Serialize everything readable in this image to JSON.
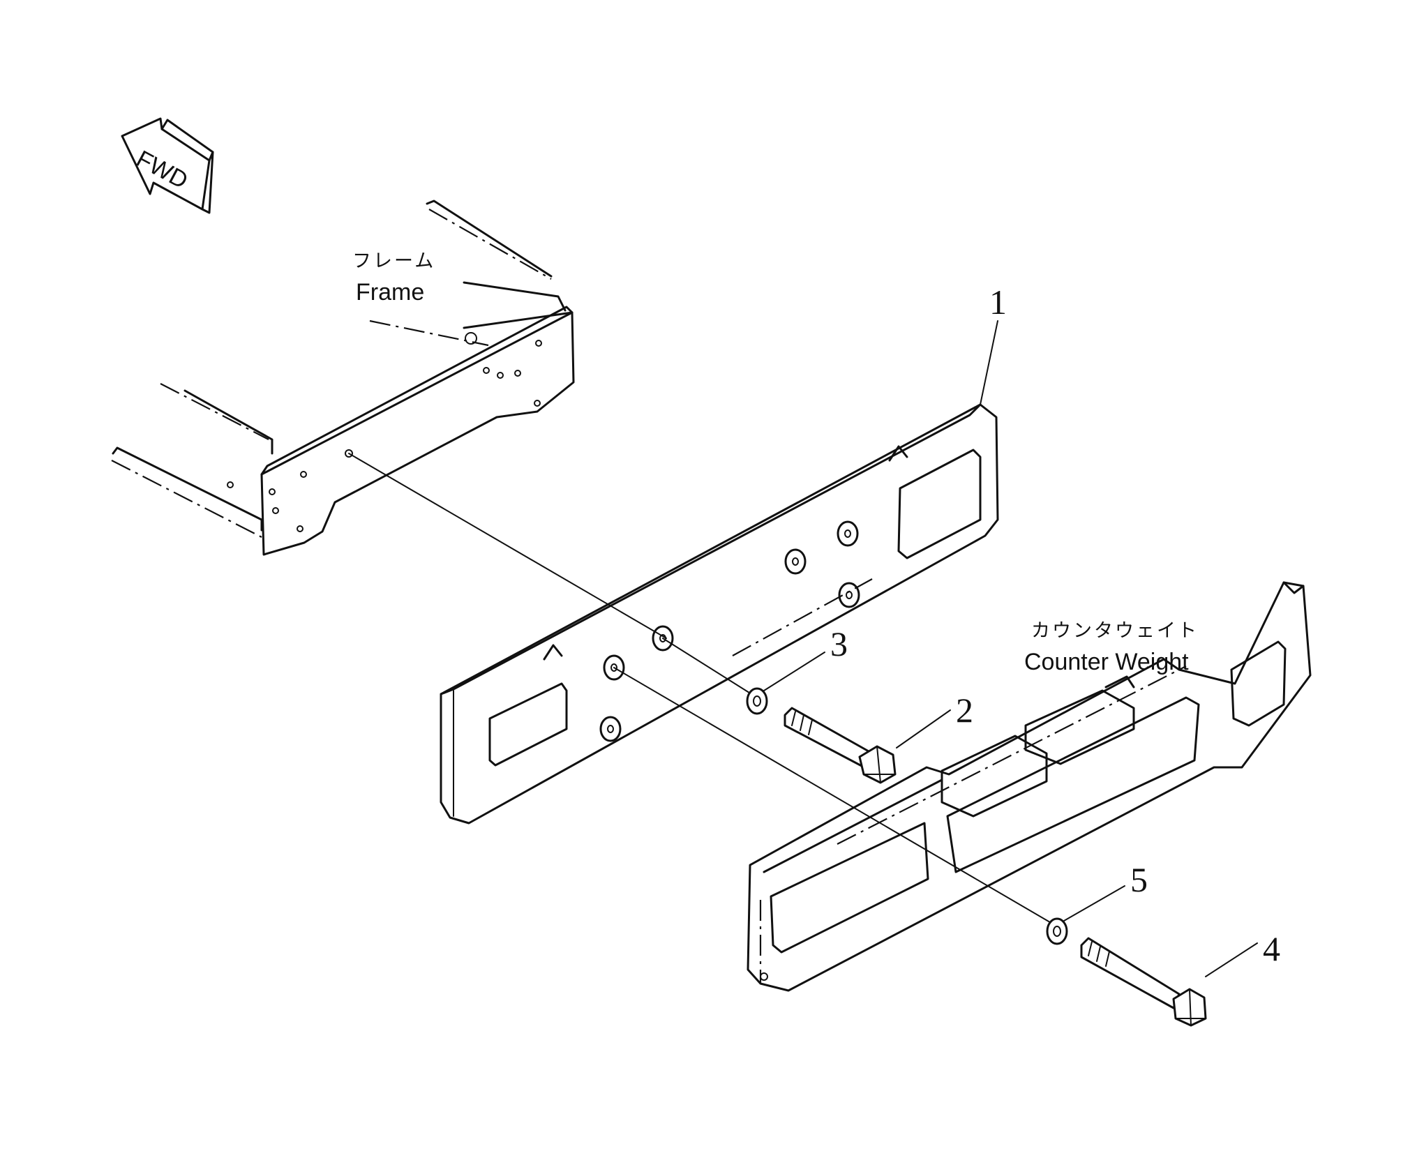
{
  "direction_marker": {
    "text": "FWD"
  },
  "labels": {
    "frame_jp": "フレーム",
    "frame_en": "Frame",
    "counterweight_jp": "カウンタウェイト",
    "counterweight_en": "Counter Weight"
  },
  "callouts": [
    {
      "id": "part-1",
      "number": "1"
    },
    {
      "id": "part-2",
      "number": "2"
    },
    {
      "id": "part-3",
      "number": "3"
    },
    {
      "id": "part-4",
      "number": "4"
    },
    {
      "id": "part-5",
      "number": "5"
    }
  ]
}
